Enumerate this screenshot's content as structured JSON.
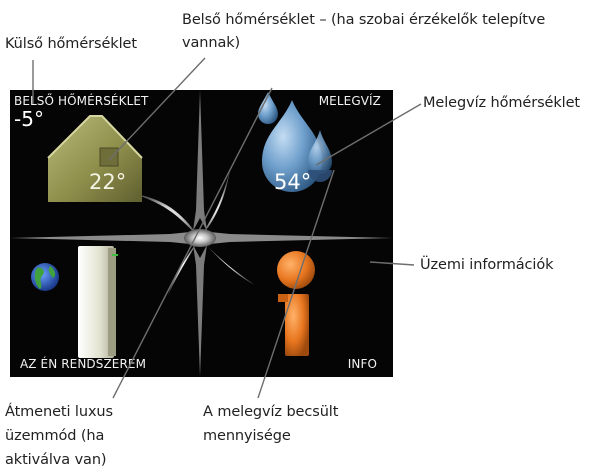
{
  "callouts": {
    "outdoor_temp": "Külső hőmérséklet",
    "indoor_temp_line1": "Belső hőmérséklet – (ha szobai érzékelők telepítve",
    "indoor_temp_line2": "vannak)",
    "hot_water_temp": "Melegvíz hőmérséklet",
    "operating_info": "Üzemi információk",
    "lux_line1": "Átmeneti luxus",
    "lux_line2": "üzemmód (ha",
    "lux_line3": "aktiválva van)",
    "hw_amount_line1": "A melegvíz becsült",
    "hw_amount_line2": "mennyisége"
  },
  "screen": {
    "indoor_label": "BELSŐ HŐMÉRSÉKLET",
    "hotwater_label": "MELEGVÍZ",
    "system_label": "AZ ÉN RENDSZEREM",
    "info_label": "INFO",
    "outdoor_temp": "-5°",
    "indoor_temp": "22°",
    "hotwater_temp": "54°"
  },
  "icons": {
    "indoor": "house-icon",
    "hotwater": "water-drop-icon",
    "system": "heat-pump-icon",
    "globe": "globe-icon",
    "info": "info-icon",
    "center": "star-selector-icon"
  },
  "colors": {
    "screen_bg": "#050505",
    "house": "#9a9a55",
    "drop": "#6f9fcc",
    "info": "#e8761f",
    "leader": "#666666"
  }
}
